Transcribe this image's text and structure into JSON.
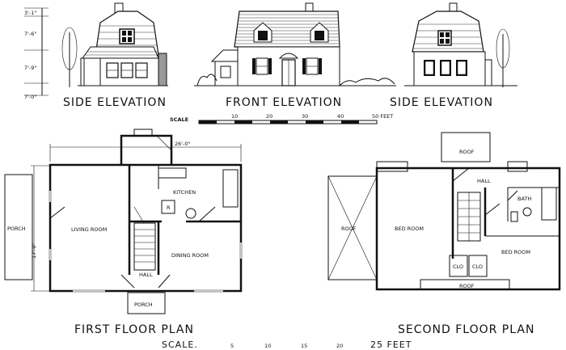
{
  "elevations": {
    "side_left": "SIDE ELEVATION",
    "front": "FRONT ELEVATION",
    "side_right": "SIDE ELEVATION",
    "heights": [
      "3'-1\"",
      "7'-6\"",
      "7'-9\"",
      "7'-0\""
    ],
    "scale_label": "SCALE",
    "scale_ticks": [
      "10",
      "20",
      "30",
      "40",
      "50 FEET"
    ]
  },
  "first_floor": {
    "title": "FIRST FLOOR PLAN",
    "width_dim": "26'-0\"",
    "depth_dim": "17'-0\"",
    "rooms": [
      "PORCH",
      "LIVING ROOM",
      "KITCHEN",
      "R",
      "DINING ROOM",
      "HALL",
      "PORCH"
    ]
  },
  "second_floor": {
    "title": "SECOND FLOOR PLAN",
    "rooms": [
      "ROOF",
      "HALL",
      "BATH",
      "ROOF",
      "BED ROOM",
      "BED ROOM",
      "CLO",
      "CLO",
      "ROOF"
    ]
  },
  "plan_scale": {
    "label": "SCALE.",
    "ticks": [
      "5",
      "10",
      "15",
      "20",
      "25 FEET"
    ]
  }
}
